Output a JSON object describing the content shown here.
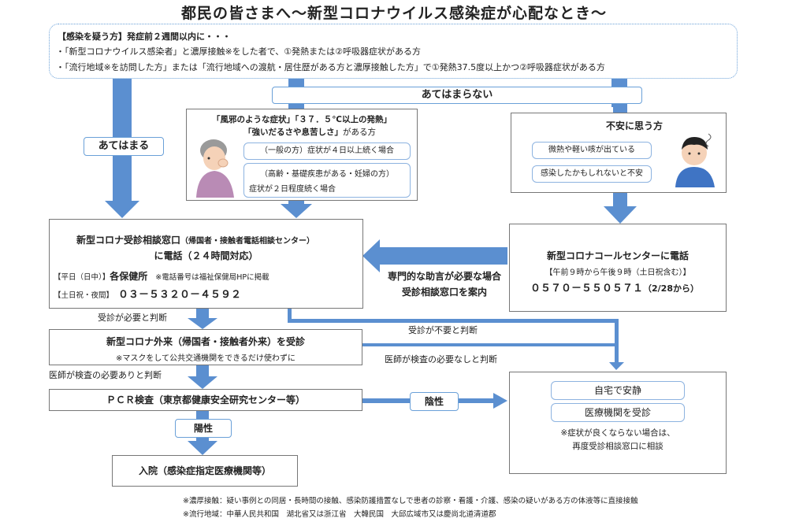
{
  "title": "都民の皆さまへ～新型コロナウイルス感染症が心配なとき～",
  "top": {
    "line1": "【感染を疑う方】発症前２週間以内に・・・",
    "line2": "・「新型コロナウイルス感染者」と濃厚接触※をした者で、①発熱または②呼吸器症状がある方",
    "line3": "・「流行地域※を訪問した方」または「流行地域への渡航・居住歴がある方と濃厚接触した方」で①発熱37.5度以上かつ②呼吸器症状がある方"
  },
  "labels": {
    "atehamaranai": "あてはまらない",
    "atehamaru": "あてはまる",
    "advice1": "専門的な助言が必要な場合",
    "advice2": "受診相談窓口を案内",
    "need_exam": "受診が必要と判断",
    "no_need_exam": "受診が不要と判断",
    "doctor_no_test": "医師が検査の必要なしと判断",
    "doctor_test": "医師が検査の必要ありと判断",
    "negative": "陰性",
    "positive": "陽性"
  },
  "cold": {
    "line1": "「風邪のような症状」「３７．５℃以上の発熱」",
    "line2": "「強いだるさや息苦しさ」",
    "line2b": "がある方",
    "case1": "（一般の方）症状が４日以上続く場合",
    "case2a": "（高齢・基礎疾患がある・妊婦の方）",
    "case2b": "症状が２日程度続く場合"
  },
  "worry": {
    "title": "不安に思う方",
    "item1": "微熱や軽い咳が出ている",
    "item2": "感染したかもしれないと不安"
  },
  "consult": {
    "line1": "新型コロナ受診相談窓口",
    "line1b": "（帰国者・接触者電話相談センター）",
    "line2": "に電話（２４時間対応）",
    "weekday": "【平日（日中）】",
    "weekday_place": "各保健所",
    "weekday_note": "※電話番号は福祉保健局HPに掲載",
    "holiday": "【土日祝・夜間】",
    "holiday_tel": "０３－５３２０－４５９２"
  },
  "call": {
    "title": "新型コロナコールセンターに電話",
    "hours": "【午前９時から午後９時（土日祝含む）】",
    "tel": "０５７０－５５０５７１",
    "since": "（2/28から）"
  },
  "outpatient": {
    "title": "新型コロナ外来（帰国者・接触者外来）を受診",
    "note": "※マスクをして公共交通機関をできるだけ使わずに"
  },
  "pcr": "ＰＣＲ検査（東京都健康安全研究センター等）",
  "hospital": "入院（感染症指定医療機関等）",
  "home": {
    "item1": "自宅で安静",
    "item2": "医療機関を受診",
    "note1": "※症状が良くならない場合は、",
    "note2": "再度受診相談窓口に相談"
  },
  "footnotes": {
    "f1": "※濃厚接触：疑い事例との同居・長時間の接触、感染防護措置なしで患者の診察・看護・介護、感染の疑いがある方の体液等に直接接触",
    "f2": "※流行地域：中華人民共和国　湖北省又は浙江省　大韓民国　大邱広域市又は慶尚北道清道郡"
  },
  "colors": {
    "arrow": "#5b8fd0",
    "border": "#6aa0d8"
  }
}
